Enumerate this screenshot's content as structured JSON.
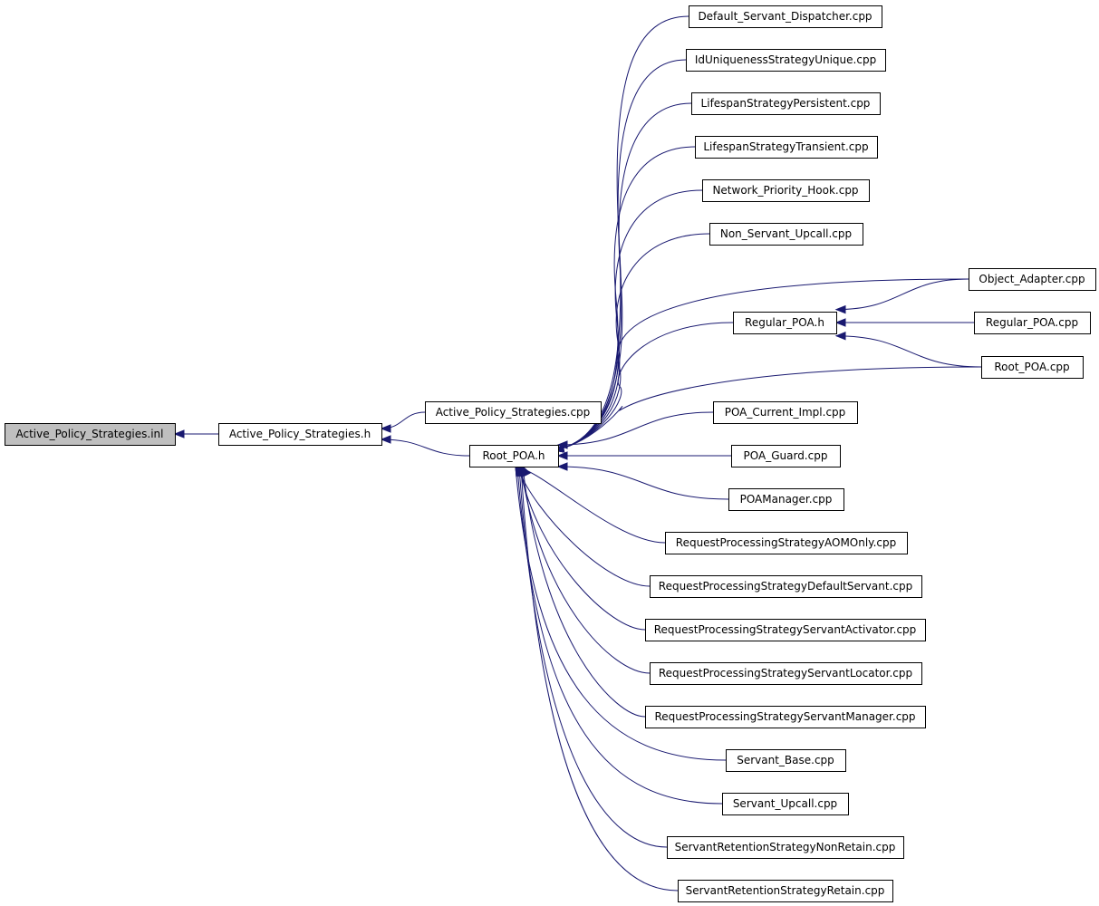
{
  "nodes": [
    {
      "id": "inl",
      "label": "Active_Policy_Strategies.inl",
      "highlight": true
    },
    {
      "id": "h",
      "label": "Active_Policy_Strategies.h"
    },
    {
      "id": "cpp",
      "label": "Active_Policy_Strategies.cpp"
    },
    {
      "id": "root_h",
      "label": "Root_POA.h"
    },
    {
      "id": "reg_h",
      "label": "Regular_POA.h"
    },
    {
      "id": "dsd",
      "label": "Default_Servant_Dispatcher.cpp"
    },
    {
      "id": "idu",
      "label": "IdUniquenessStrategyUnique.cpp"
    },
    {
      "id": "lsp",
      "label": "LifespanStrategyPersistent.cpp"
    },
    {
      "id": "lst",
      "label": "LifespanStrategyTransient.cpp"
    },
    {
      "id": "nph",
      "label": "Network_Priority_Hook.cpp"
    },
    {
      "id": "nsu",
      "label": "Non_Servant_Upcall.cpp"
    },
    {
      "id": "oad",
      "label": "Object_Adapter.cpp"
    },
    {
      "id": "rpc",
      "label": "Regular_POA.cpp"
    },
    {
      "id": "rtc",
      "label": "Root_POA.cpp"
    },
    {
      "id": "pci",
      "label": "POA_Current_Impl.cpp"
    },
    {
      "id": "pgd",
      "label": "POA_Guard.cpp"
    },
    {
      "id": "pmg",
      "label": "POAManager.cpp"
    },
    {
      "id": "rp1",
      "label": "RequestProcessingStrategyAOMOnly.cpp"
    },
    {
      "id": "rp2",
      "label": "RequestProcessingStrategyDefaultServant.cpp"
    },
    {
      "id": "rp3",
      "label": "RequestProcessingStrategyServantActivator.cpp"
    },
    {
      "id": "rp4",
      "label": "RequestProcessingStrategyServantLocator.cpp"
    },
    {
      "id": "rp5",
      "label": "RequestProcessingStrategyServantManager.cpp"
    },
    {
      "id": "sbs",
      "label": "Servant_Base.cpp"
    },
    {
      "id": "sup",
      "label": "Servant_Upcall.cpp"
    },
    {
      "id": "srn",
      "label": "ServantRetentionStrategyNonRetain.cpp"
    },
    {
      "id": "srr",
      "label": "ServantRetentionStrategyRetain.cpp"
    }
  ],
  "edges": [
    {
      "from": "h",
      "to": "inl"
    },
    {
      "from": "cpp",
      "to": "h"
    },
    {
      "from": "root_h",
      "to": "h"
    },
    {
      "from": "dsd",
      "to": "root_h"
    },
    {
      "from": "idu",
      "to": "root_h"
    },
    {
      "from": "lsp",
      "to": "root_h"
    },
    {
      "from": "lst",
      "to": "root_h"
    },
    {
      "from": "nph",
      "to": "root_h"
    },
    {
      "from": "nsu",
      "to": "root_h"
    },
    {
      "from": "oad",
      "to": "root_h"
    },
    {
      "from": "reg_h",
      "to": "root_h"
    },
    {
      "from": "rtc",
      "to": "root_h"
    },
    {
      "from": "pci",
      "to": "root_h"
    },
    {
      "from": "pgd",
      "to": "root_h"
    },
    {
      "from": "pmg",
      "to": "root_h"
    },
    {
      "from": "rp1",
      "to": "root_h"
    },
    {
      "from": "rp2",
      "to": "root_h"
    },
    {
      "from": "rp3",
      "to": "root_h"
    },
    {
      "from": "rp4",
      "to": "root_h"
    },
    {
      "from": "rp5",
      "to": "root_h"
    },
    {
      "from": "sbs",
      "to": "root_h"
    },
    {
      "from": "sup",
      "to": "root_h"
    },
    {
      "from": "srn",
      "to": "root_h"
    },
    {
      "from": "srr",
      "to": "root_h"
    },
    {
      "from": "oad",
      "to": "reg_h"
    },
    {
      "from": "rpc",
      "to": "reg_h"
    },
    {
      "from": "rtc",
      "to": "reg_h"
    }
  ]
}
